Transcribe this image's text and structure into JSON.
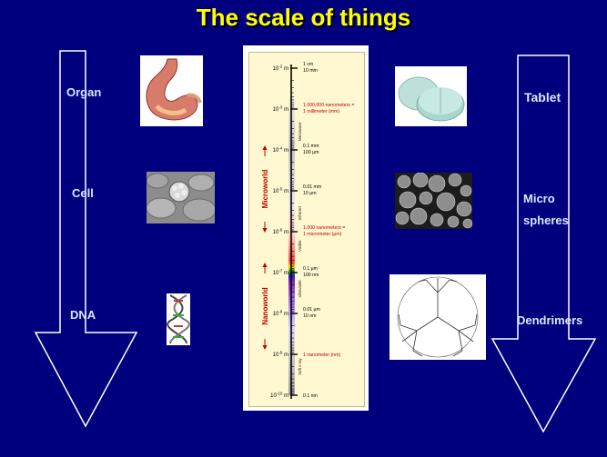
{
  "title": "The scale of things",
  "left_labels": {
    "organ": "Organ",
    "cell": "Cell",
    "dna": "DNA"
  },
  "right_labels": {
    "tablet": "Tablet",
    "micro": "Micro",
    "spheres": "spheres",
    "dendrimers": "Dendrimers"
  },
  "scale": {
    "ticks": [
      {
        "exp": "-2",
        "right": [
          "1 cm",
          "10 mm"
        ]
      },
      {
        "exp": "-3",
        "right": [
          "1,000,000 nanometers =",
          "1 millimeter (mm)"
        ],
        "red": true
      },
      {
        "exp": "-4",
        "right": [
          "0.1 mm",
          "100 µm"
        ]
      },
      {
        "exp": "-5",
        "right": [
          "0.01 mm",
          "10 µm"
        ]
      },
      {
        "exp": "-6",
        "right": [
          "1,000 nanometers =",
          "1 micrometer (µm)"
        ],
        "red": true
      },
      {
        "exp": "-7",
        "right": [
          "0.1 µm",
          "100 nm"
        ]
      },
      {
        "exp": "-8",
        "right": [
          "0.01 µm",
          "10 nm"
        ]
      },
      {
        "exp": "-9",
        "right": [
          "1 nanometer (nm)"
        ],
        "red": true
      },
      {
        "exp": "-10",
        "right": [
          "0.1 nm"
        ]
      }
    ],
    "side_words": [
      "Microwave",
      "Infrared",
      "Visible",
      "Ultraviolet",
      "Soft x-ray"
    ],
    "microworld": "Microworld",
    "nanoworld": "Nanoworld",
    "unit": "m",
    "base": "10"
  },
  "colors": {
    "background": "#00007e",
    "title": "#ffff00",
    "label": "#d8e8ff",
    "scale_paper": "#fff8d0",
    "scale_red": "#c00000"
  }
}
